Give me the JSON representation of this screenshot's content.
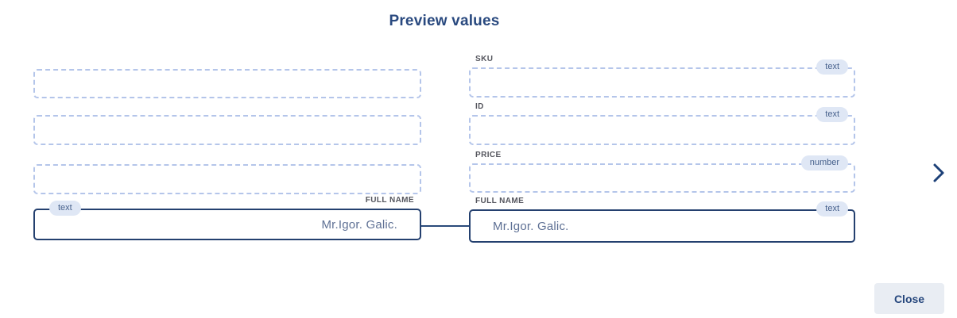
{
  "title": "Preview values",
  "colors": {
    "navy": "#29497f",
    "solid_border": "#24406f",
    "dashed_border": "#b4c5ea",
    "badge_bg": "#dfe7f5",
    "badge_text": "#47618c",
    "label_text": "#54555d",
    "value_text": "#5e7094",
    "close_bg": "#e9edf3"
  },
  "left_fields": [
    {
      "label": "",
      "badge": "",
      "value": "",
      "style": "dashed"
    },
    {
      "label": "",
      "badge": "",
      "value": "",
      "style": "dashed"
    },
    {
      "label": "",
      "badge": "",
      "value": "",
      "style": "dashed"
    },
    {
      "label": "FULL NAME",
      "badge": "text",
      "value": "Mr.Igor. Galic.",
      "style": "solid"
    }
  ],
  "right_fields": [
    {
      "label": "SKU",
      "badge": "text",
      "value": "",
      "style": "dashed"
    },
    {
      "label": "ID",
      "badge": "text",
      "value": "",
      "style": "dashed"
    },
    {
      "label": "PRICE",
      "badge": "number",
      "value": "",
      "style": "dashed"
    },
    {
      "label": "FULL NAME",
      "badge": "text",
      "value": "Mr.Igor. Galic.",
      "style": "solid"
    }
  ],
  "pagination": {
    "next": "›"
  },
  "footer": {
    "close_label": "Close"
  }
}
